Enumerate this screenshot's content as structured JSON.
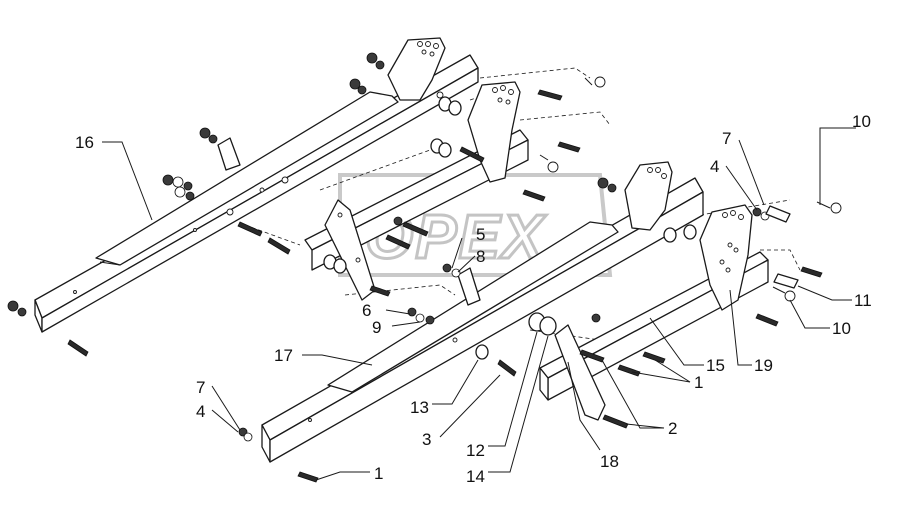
{
  "watermark": {
    "text": "OPEX"
  },
  "callouts": [
    {
      "id": "c16",
      "text": "16"
    },
    {
      "id": "c17",
      "text": "17"
    },
    {
      "id": "c7a",
      "text": "7"
    },
    {
      "id": "c4a",
      "text": "4"
    },
    {
      "id": "c10a",
      "text": "10"
    },
    {
      "id": "c5",
      "text": "5"
    },
    {
      "id": "c8",
      "text": "8"
    },
    {
      "id": "c6",
      "text": "6"
    },
    {
      "id": "c9",
      "text": "9"
    },
    {
      "id": "c11",
      "text": "11"
    },
    {
      "id": "c10b",
      "text": "10"
    },
    {
      "id": "c15",
      "text": "15"
    },
    {
      "id": "c1a",
      "text": "1"
    },
    {
      "id": "c19",
      "text": "19"
    },
    {
      "id": "c2",
      "text": "2"
    },
    {
      "id": "c13",
      "text": "13"
    },
    {
      "id": "c3",
      "text": "3"
    },
    {
      "id": "c12",
      "text": "12"
    },
    {
      "id": "c14",
      "text": "14"
    },
    {
      "id": "c18",
      "text": "18"
    },
    {
      "id": "c7b",
      "text": "7"
    },
    {
      "id": "c4b",
      "text": "4"
    },
    {
      "id": "c1b",
      "text": "1"
    }
  ]
}
